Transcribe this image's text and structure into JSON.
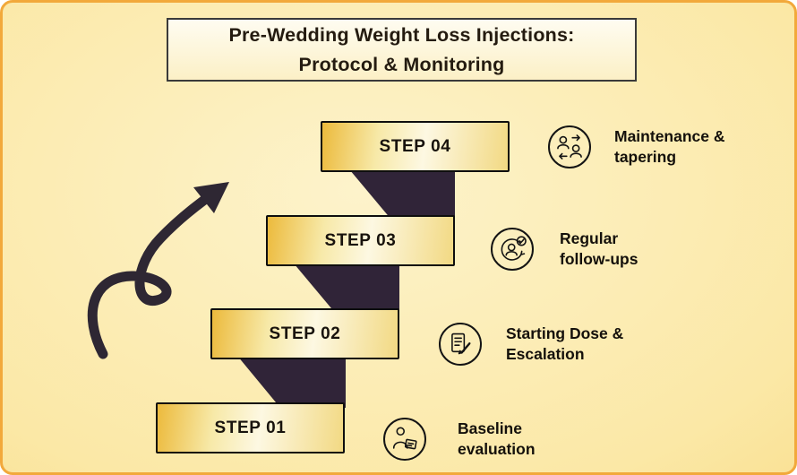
{
  "title": {
    "line1": "Pre-Wedding Weight Loss Injections:",
    "line2": "Protocol & Monitoring"
  },
  "steps": [
    {
      "label": "STEP 01",
      "description": "Baseline evaluation",
      "icon": "person-clipboard-icon"
    },
    {
      "label": "STEP 02",
      "description": "Starting Dose & Escalation",
      "icon": "document-pencil-icon"
    },
    {
      "label": "STEP 03",
      "description": "Regular follow-ups",
      "icon": "person-check-cycle-icon"
    },
    {
      "label": "STEP 04",
      "description": "Maintenance & tapering",
      "icon": "people-handoff-icon"
    }
  ],
  "decorations": {
    "arrow": "hand-drawn-curved-arrow-up-right",
    "zigzag": "dark-ribbon-folds-connecting-steps"
  },
  "colors": {
    "outer_border": "#f2a93b",
    "background_center": "#fdf3cb",
    "background_edge": "#f5cf6a",
    "step_gradient_start": "#ecba3c",
    "step_gradient_end": "#fdf8e2",
    "fold": "#302438",
    "arrow": "#2e2733",
    "text": "#18130d"
  }
}
